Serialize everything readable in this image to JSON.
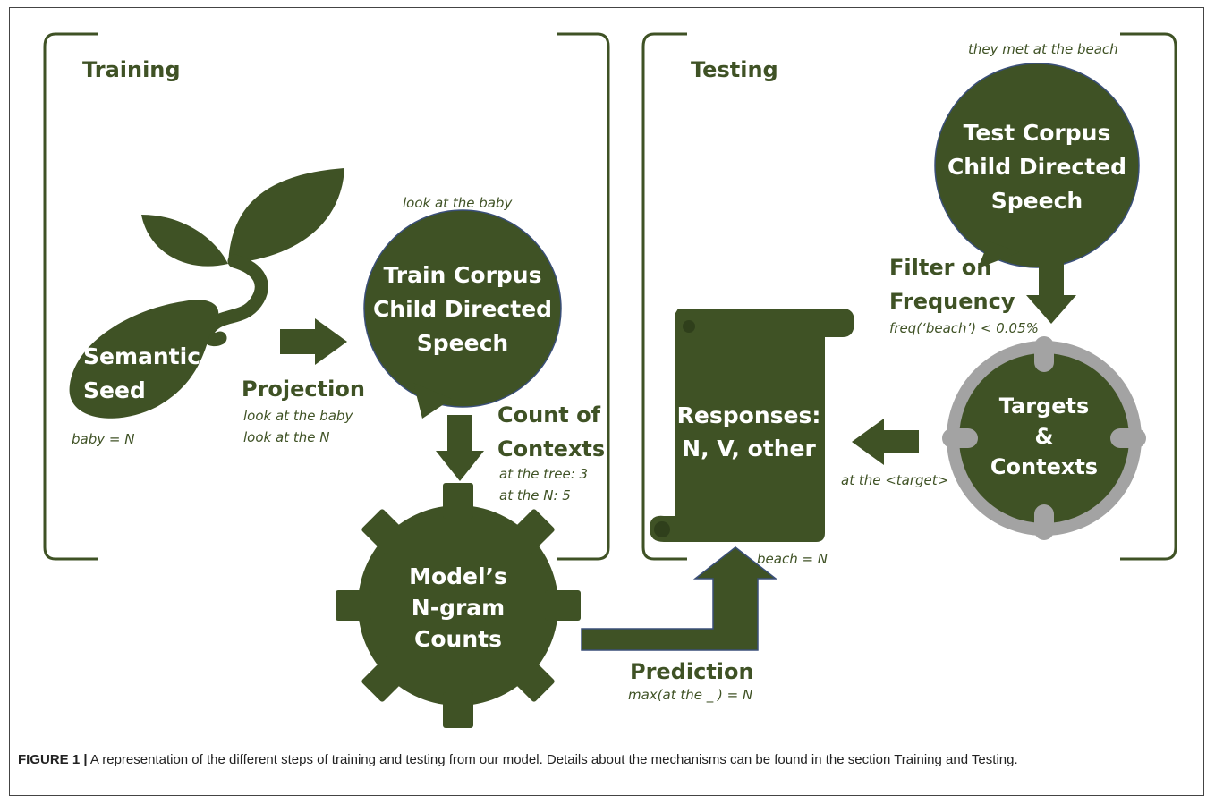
{
  "colors": {
    "green": "#3f5225",
    "gray": "#a3a3a3",
    "white": "#ffffff"
  },
  "icons": [
    "sprout-icon",
    "speech-bubble-icon",
    "gear-icon",
    "scroll-icon",
    "target-icon",
    "arrow-icon"
  ],
  "training": {
    "title": "Training",
    "seed": {
      "line1": "Semantic",
      "line2": "Seed",
      "example": "baby = N"
    },
    "projection": {
      "label": "Projection",
      "example1": "look at the baby",
      "example2": "look at the N"
    },
    "train_corpus": {
      "caption": "look at the baby",
      "line1": "Train Corpus",
      "line2": "Child Directed",
      "line3": "Speech"
    },
    "count": {
      "line1": "Count of",
      "line2": "Contexts",
      "example1": "at the tree: 3",
      "example2": "at the N: 5"
    }
  },
  "model": {
    "line1": "Model’s",
    "line2": "N-gram",
    "line3": "Counts"
  },
  "prediction": {
    "label": "Prediction",
    "example": "max(at the _ ) = N"
  },
  "testing": {
    "title": "Testing",
    "test_corpus": {
      "caption": "they met at the beach",
      "line1": "Test Corpus",
      "line2": "Child Directed",
      "line3": "Speech"
    },
    "filter": {
      "line1": "Filter on",
      "line2": "Frequency",
      "example": "freq(‘beach’) < 0.05%"
    },
    "targets": {
      "line1": "Targets",
      "line2": "&",
      "line3": "Contexts"
    },
    "arrow_label": "at the <target>",
    "responses": {
      "line1": "Responses:",
      "line2": "N, V, other",
      "example": "beach = N"
    }
  },
  "caption": {
    "label": "FIGURE 1 |",
    "text": "A representation of the different steps of training and testing from our model. Details about the mechanisms can be found in the section Training and Testing."
  }
}
